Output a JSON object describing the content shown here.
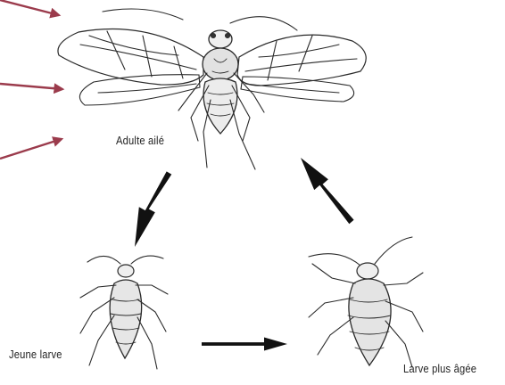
{
  "labels": {
    "adult": "Adulte ailé",
    "young_larva": "Jeune larve",
    "older_larva": "Larve plus âgée"
  },
  "colors": {
    "pointer_arrows": "#9b3b4c",
    "cycle_arrows": "#111111",
    "ink": "#2a2a2a"
  },
  "icons": {
    "adult": "winged-aphid-illustration",
    "young_larva": "young-aphid-larva-illustration",
    "older_larva": "older-aphid-larva-illustration"
  }
}
